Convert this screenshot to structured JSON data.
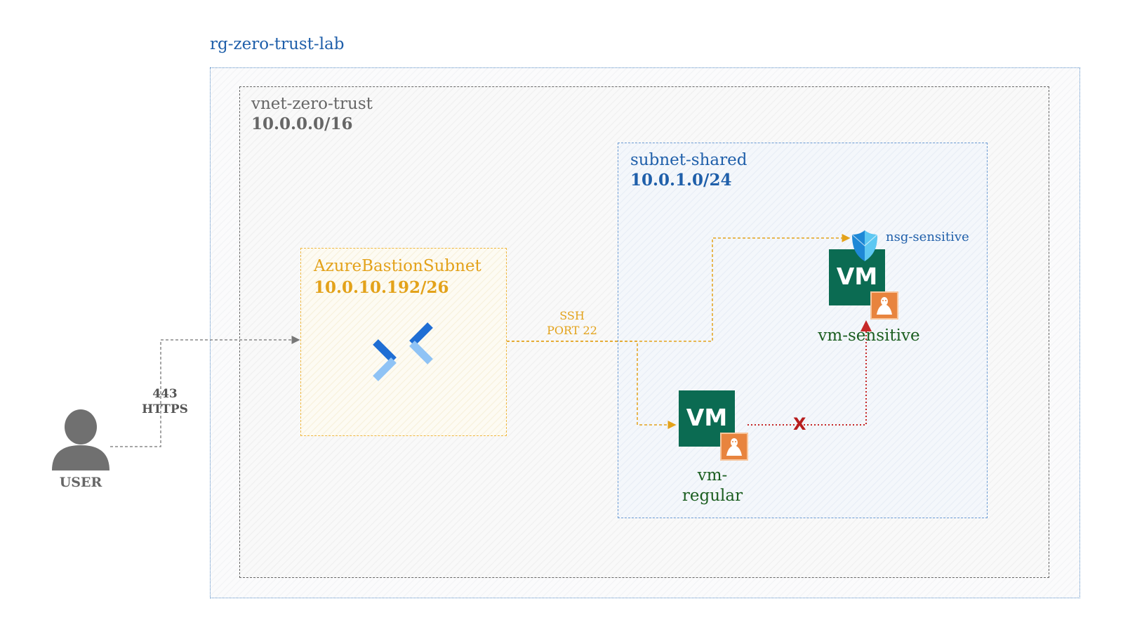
{
  "resource_group": {
    "name": "rg-zero-trust-lab"
  },
  "vnet": {
    "name": "vnet-zero-trust",
    "cidr": "10.0.0.0/16"
  },
  "subnet_shared": {
    "name": "subnet-shared",
    "cidr": "10.0.1.0/24"
  },
  "bastion_subnet": {
    "name": "AzureBastionSubnet",
    "cidr": "10.0.10.192/26",
    "icon": "azure-bastion-icon"
  },
  "connections": {
    "user_to_bastion": {
      "port": "443",
      "protocol": "HTTPS"
    },
    "bastion_to_vms": {
      "protocol": "SSH",
      "port": "PORT 22"
    },
    "regular_to_sensitive": {
      "blocked_marker": "X"
    }
  },
  "user": {
    "label": "USER",
    "icon": "user-icon"
  },
  "nsg": {
    "name": "nsg-sensitive",
    "icon": "shield-icon"
  },
  "vm_sensitive": {
    "name": "vm-sensitive",
    "badge": "VM",
    "os_icon": "linux-icon"
  },
  "vm_regular": {
    "name": "vm-regular",
    "name_line1": "vm-",
    "name_line2": "regular",
    "badge": "VM",
    "os_icon": "linux-icon"
  },
  "colors": {
    "blue": "#1f5faa",
    "bastion_orange": "#e3a21a",
    "vm_green": "#0b6b52",
    "linux_orange": "#e8843e",
    "blocked_red": "#c62828",
    "gray": "#666666"
  }
}
